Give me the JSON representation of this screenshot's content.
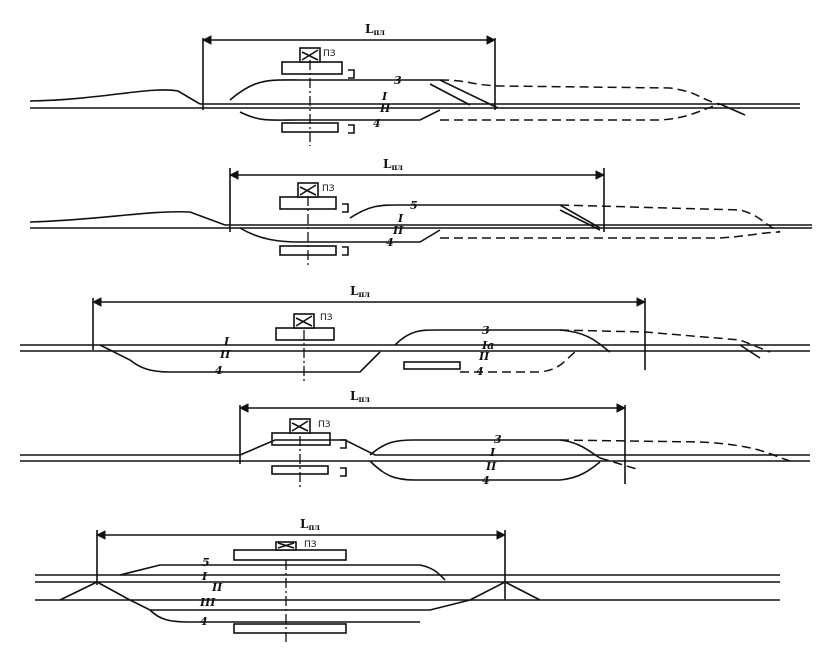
{
  "diagrams": [
    {
      "dimension": {
        "main": "L",
        "sub": "пл"
      },
      "building": "ПЗ",
      "tracks": [
        "3",
        "I",
        "II",
        "4"
      ]
    },
    {
      "dimension": {
        "main": "L",
        "sub": "пл"
      },
      "building": "ПЗ",
      "tracks": [
        "5",
        "I",
        "II",
        "4"
      ]
    },
    {
      "dimension": {
        "main": "L",
        "sub": "пл"
      },
      "building": "ПЗ",
      "tracks": [
        "I",
        "II",
        "4",
        "3",
        "Ia",
        "II",
        "4"
      ]
    },
    {
      "dimension": {
        "main": "L",
        "sub": "пл"
      },
      "building": "ПЗ",
      "tracks": [
        "3",
        "I",
        "II",
        "4"
      ]
    },
    {
      "dimension": {
        "main": "L",
        "sub": "пл"
      },
      "building": "ПЗ",
      "tracks": [
        "5",
        "I",
        "II",
        "III",
        "4"
      ]
    }
  ]
}
